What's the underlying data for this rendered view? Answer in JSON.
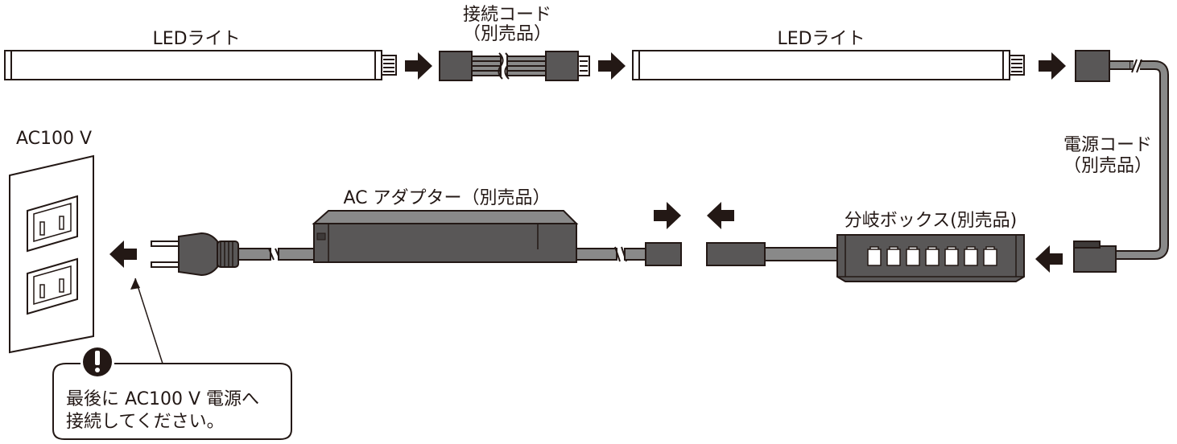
{
  "labels": {
    "led_light_1": "LEDライト",
    "connection_cord": "接続コード",
    "connection_cord_note": "（別売品）",
    "led_light_2": "LEDライト",
    "power_cord": "電源コード",
    "power_cord_note": "（別売品）",
    "ac_voltage": "AC100 V",
    "ac_adapter": "AC アダプター（別売品）",
    "branch_box": "分岐ボックス(別売品)"
  },
  "notice": {
    "line1": "最後に AC100 V 電源へ",
    "line2": "接続してください。"
  },
  "colors": {
    "ink": "#231815",
    "device_gray": "#595757",
    "device_dark": "#3e3a39",
    "cord_gray": "#898989",
    "light_fill": "#ffffff"
  }
}
